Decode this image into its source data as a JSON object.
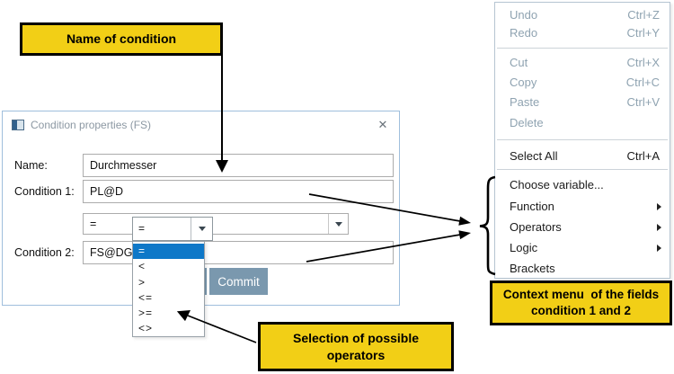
{
  "callouts": {
    "name_of_condition": "Name of condition",
    "context_menu_line1": "Context menu  of the fields",
    "context_menu_line2": "condition 1 and 2",
    "selection_line1": "Selection of possible",
    "selection_line2": "operators"
  },
  "dialog": {
    "title": "Condition properties (FS)",
    "close_glyph": "✕",
    "fields": [
      {
        "label": "Name:",
        "value": "Durchmesser"
      },
      {
        "label": "Condition 1:",
        "value": "PL@D"
      },
      {
        "label": "Condition 2:",
        "value": "FS@DG"
      }
    ],
    "operator_value": "=",
    "commit_label": "Commit"
  },
  "operator_dropdown": {
    "selected": "=",
    "options": [
      "=",
      "<",
      ">",
      "<=",
      ">=",
      "<>"
    ]
  },
  "context_menu": {
    "items": [
      {
        "label": "Undo",
        "shortcut": "Ctrl+Z",
        "disabled": true
      },
      {
        "label": "Redo",
        "shortcut": "Ctrl+Y",
        "disabled": true
      },
      {
        "separator": true
      },
      {
        "label": "Cut",
        "shortcut": "Ctrl+X",
        "disabled": true
      },
      {
        "label": "Copy",
        "shortcut": "Ctrl+C",
        "disabled": true
      },
      {
        "label": "Paste",
        "shortcut": "Ctrl+V",
        "disabled": true
      },
      {
        "label": "Delete",
        "disabled": true
      },
      {
        "separator": true
      },
      {
        "label": "Select All",
        "shortcut": "Ctrl+A"
      },
      {
        "separator": true
      },
      {
        "label": "Choose variable..."
      },
      {
        "label": "Function",
        "submenu": true
      },
      {
        "label": "Operators",
        "submenu": true
      },
      {
        "label": "Logic",
        "submenu": true
      },
      {
        "label": "Brackets"
      }
    ]
  },
  "colors": {
    "callout_yellow": "#f2cf16",
    "selection_blue": "#0e78c8",
    "commit_blue": "#7a98ae",
    "disabled_text": "#8fa3b1"
  }
}
